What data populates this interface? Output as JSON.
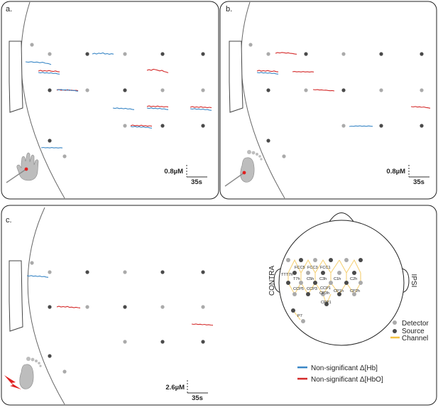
{
  "panels": [
    {
      "label": "a.",
      "scale": {
        "value": "0.8µM",
        "time": "35s"
      }
    },
    {
      "label": "b.",
      "scale": {
        "value": "0.8µM",
        "time": "35s"
      }
    },
    {
      "label": "c.",
      "scale": {
        "value": "2.6µM",
        "time": "35s"
      }
    }
  ],
  "head_map": {
    "side_left": "CONTRA",
    "side_right": "IPSI",
    "channels": [
      "FCC5",
      "FCC3",
      "FCC1",
      "TTT7h",
      "T7h",
      "C5h",
      "C3h",
      "C1h",
      "C2h",
      "CCP5",
      "CCP3",
      "CCP1",
      "CP3h",
      "CP1h",
      "CP2h",
      "CPP1",
      "P7"
    ]
  },
  "optode_legend": {
    "detector": "Detector",
    "source": "Source",
    "channel": "Channel"
  },
  "signal_legend": {
    "hb": "Non-significant Δ[Hb]",
    "hbo": "Non-significant Δ[HbO]"
  },
  "colors": {
    "hb": "#3a87c6",
    "hbo": "#d42a2a",
    "detector": "#aaaaaa",
    "source": "#4a4a4a",
    "channel": "#f5c242",
    "stimulus": "#e02020"
  }
}
